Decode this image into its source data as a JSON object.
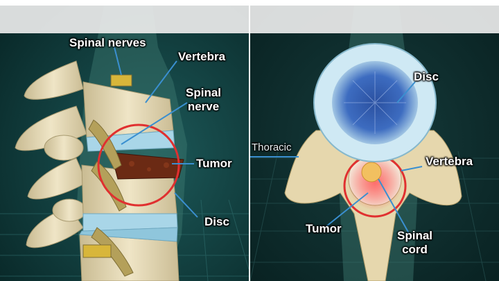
{
  "left_panel": {
    "labels": {
      "spinal_nerves": "Spinal nerves",
      "vertebra": "Vertebra",
      "spinal_nerve": "Spinal\nnerve",
      "tumor": "Tumor",
      "disc": "Disc"
    }
  },
  "right_panel": {
    "labels": {
      "disc": "Disc",
      "thoracic": "Thoracic",
      "vertebra": "Vertebra",
      "tumor": "Tumor",
      "spinal_cord": "Spinal\ncord"
    }
  },
  "colors": {
    "background": "#0e3a3a",
    "bone": "#e8dcb8",
    "disc": "#a9d6e8",
    "tumor": "#6b2a14",
    "highlight_circle": "#e03030",
    "pointer": "#3a8fd0"
  }
}
